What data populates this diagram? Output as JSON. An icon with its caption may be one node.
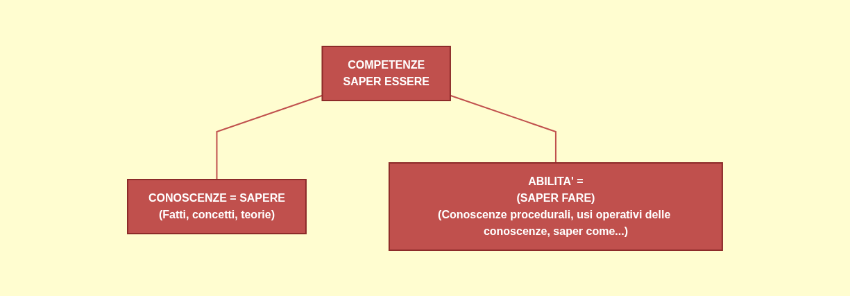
{
  "diagram": {
    "nodes": [
      {
        "text": [
          "COMPETENZE",
          "SAPER ESSERE"
        ]
      },
      {
        "text": [
          "CONOSCENZE = SAPERE",
          "(Fatti, concetti, teorie)"
        ]
      },
      {
        "text": [
          "ABILITA' =",
          "(SAPER FARE)",
          "(Conoscenze procedurali, usi operativi delle conoscenze, saper come...)"
        ]
      }
    ],
    "edges": [
      {
        "from": 0,
        "to": 1,
        "arrow": "none"
      },
      {
        "from": 0,
        "to": 2,
        "arrow": "none"
      }
    ]
  }
}
